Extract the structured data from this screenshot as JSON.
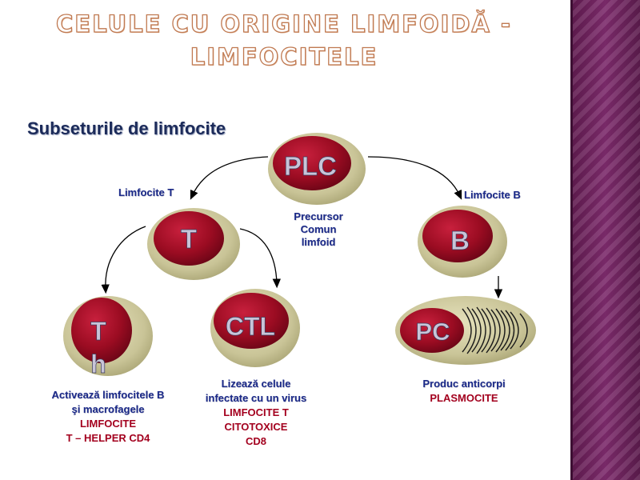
{
  "title": {
    "line1": "CELULE CU ORIGINE LIMFOIDĂ -",
    "line2": "LIMFOCITELE"
  },
  "subtitle": "Subseturile de limfocite",
  "cells": {
    "plc": "PLC",
    "t": "T",
    "b": "B",
    "th_line1": "T",
    "th_line2": "h",
    "ctl": "CTL",
    "pc": "PC"
  },
  "labels": {
    "limfocite_t": "Limfocite T",
    "limfocite_b": "Limfocite B",
    "precursor": [
      "Precursor",
      "Comun",
      "limfoid"
    ]
  },
  "captions": {
    "th": {
      "blue": [
        "Activează limfocitele B",
        "şi macrofagele"
      ],
      "red": [
        "LIMFOCITE",
        "T – HELPER CD4"
      ]
    },
    "ctl": {
      "blue": [
        "Lizează celule",
        "infectate cu un virus"
      ],
      "red": [
        "LIMFOCITE T",
        "CITOTOXICE",
        "CD8"
      ]
    },
    "pc": {
      "blue": [
        "Produc anticorpi"
      ],
      "red": [
        "PLASMOCITE"
      ]
    }
  },
  "colors": {
    "cell_inner": "#9b0c22",
    "cell_outer": "#c9c497",
    "text_blue": "#1c2b8a",
    "text_red": "#a3001e",
    "sidebar": "#6d2460"
  }
}
